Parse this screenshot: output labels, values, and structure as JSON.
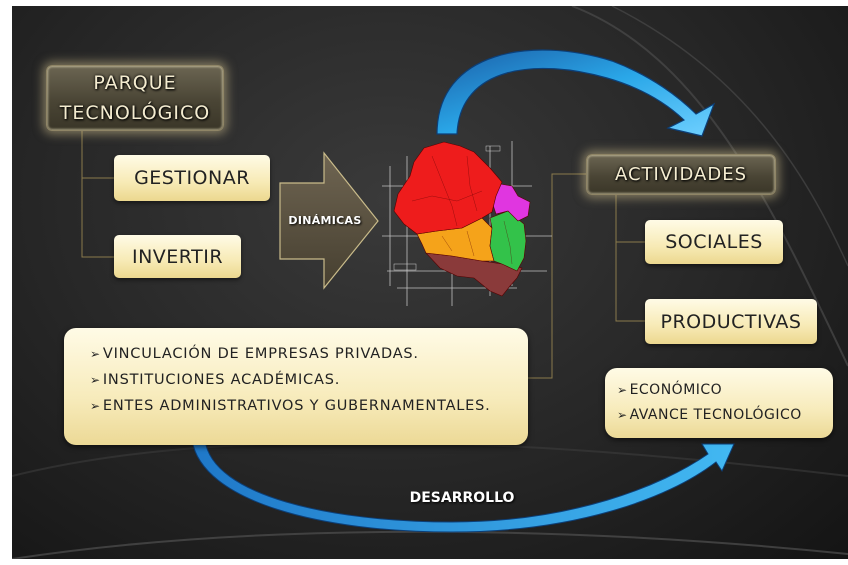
{
  "diagram": {
    "parque": {
      "line1": "PARQUE",
      "line2": "TECNOLÓGICO"
    },
    "gestionar": "GESTIONAR",
    "invertir": "INVERTIR",
    "dinamicas": "DINÁMICAS",
    "actividades": "ACTIVIDADES",
    "sociales": "SOCIALES",
    "productivas": "PRODUCTIVAS",
    "vinculacion_items": [
      "VINCULACIÓN DE EMPRESAS PRIVADAS.",
      "INSTITUCIONES ACADÉMICAS.",
      "ENTES ADMINISTRATIVOS Y GUBERNAMENTALES."
    ],
    "resultado_items": [
      "ECONÓMICO",
      "AVANCE TECNOLÓGICO"
    ],
    "desarrollo": "DESARROLLO",
    "bullet": "➢"
  },
  "colors": {
    "dark_box": "#4a4535",
    "light_box": "#f7eab5",
    "arrow_blue": "#2aa7e8",
    "block_arrow": "#5a5242",
    "map_red": "#ee1c1c",
    "map_orange": "#f5a31a",
    "map_green": "#33c24a",
    "map_magenta": "#e036e0",
    "map_maroon": "#8a3a3a"
  }
}
